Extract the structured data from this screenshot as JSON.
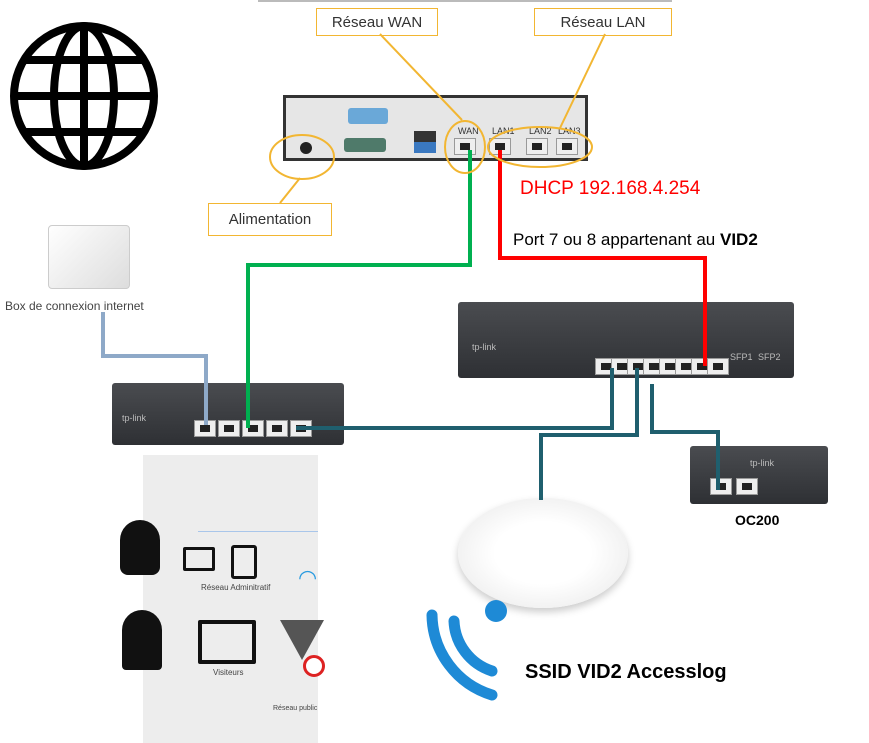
{
  "labels": {
    "wan_network": "Réseau WAN",
    "lan_network": "Réseau LAN",
    "power": "Alimentation"
  },
  "back_panel": {
    "ports": [
      "WAN",
      "LAN1",
      "LAN2",
      "LAN3"
    ]
  },
  "internet_box": {
    "label": "Box de connexion internet"
  },
  "annotations": {
    "dhcp": "DHCP 192.168.4.254",
    "port_prefix": "Port 7 ou 8 appartenant au ",
    "port_vid": "VID2"
  },
  "router": {
    "brand": "tp-link"
  },
  "switch": {
    "brand": "tp-link",
    "sfp": [
      "SFP1",
      "SFP2"
    ]
  },
  "controller": {
    "label": "OC200",
    "brand": "tp-link"
  },
  "access_point": {
    "ssid": "SSID VID2 Accesslog"
  },
  "networks": {
    "admin": "Réseau Adminitratif",
    "visitors": "Visiteurs",
    "public": "Réseau public"
  },
  "colors": {
    "wan_cable": "#00b050",
    "lan_cable": "#ff0000",
    "box_cable": "#8ea9c8",
    "lan_link": "#1f5f6e",
    "callout": "#f2b632"
  }
}
